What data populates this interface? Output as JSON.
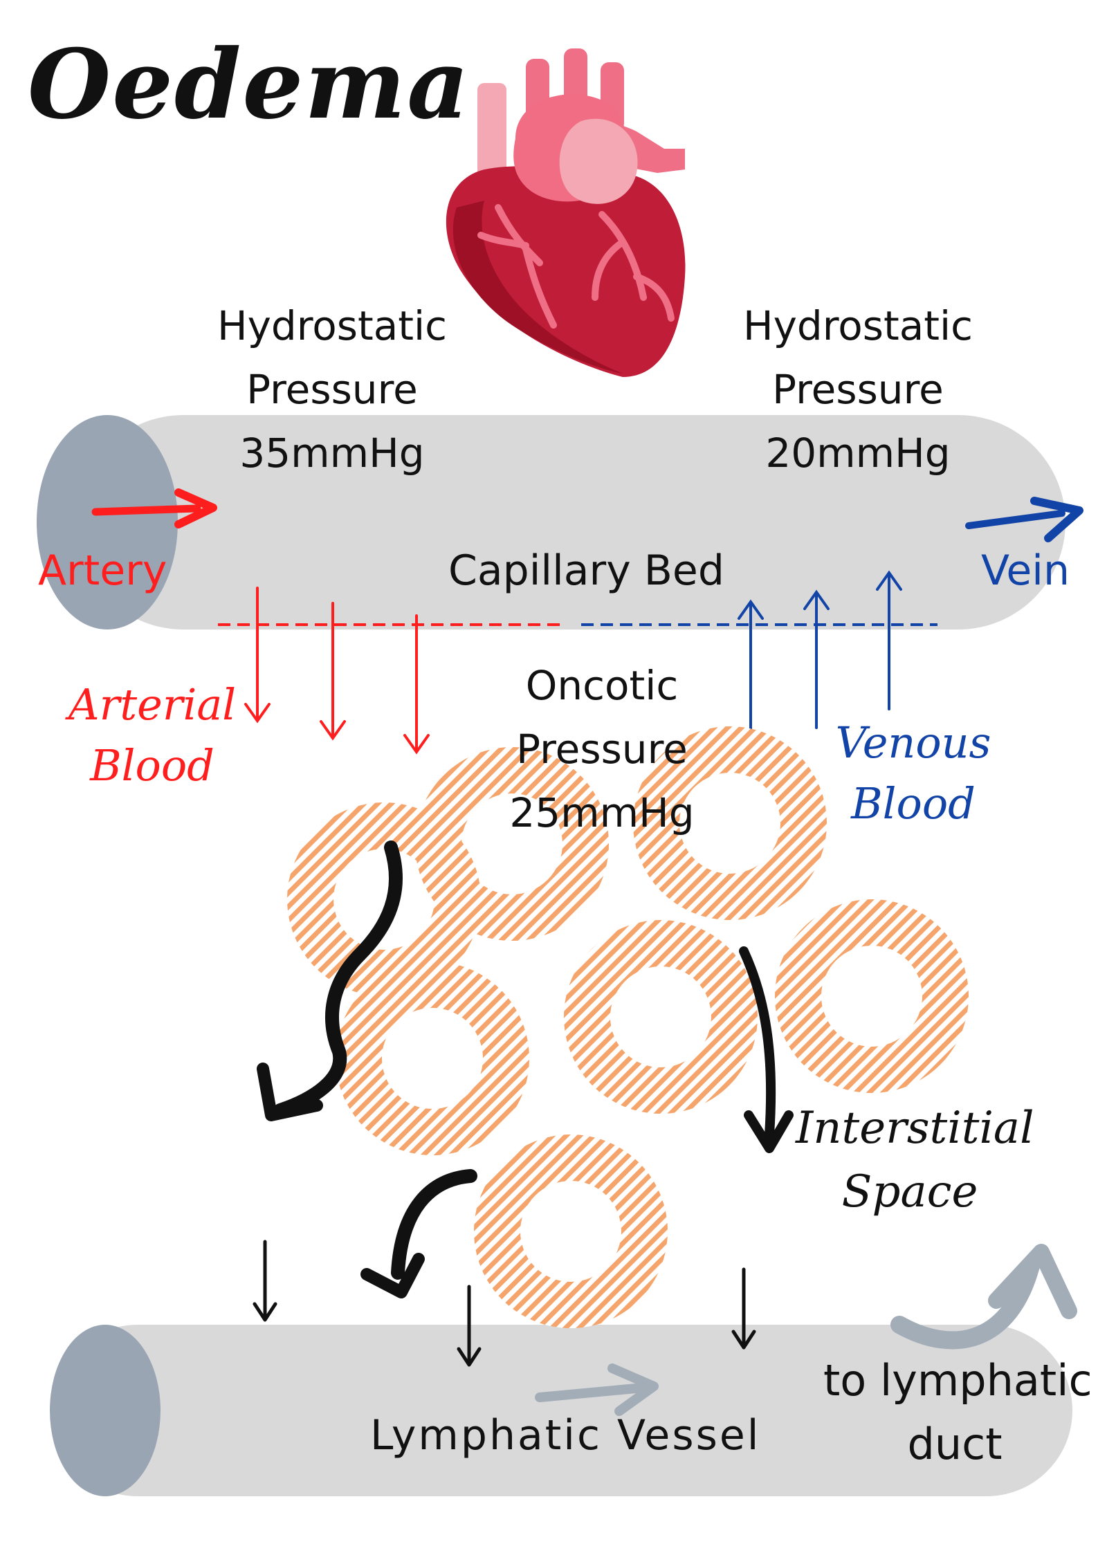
{
  "title": "Oedema",
  "labels": {
    "hydrostatic_left": [
      "Hydrostatic",
      "Pressure",
      "35mmHg"
    ],
    "hydrostatic_right": [
      "Hydrostatic",
      "Pressure",
      "20mmHg"
    ],
    "oncotic": [
      "Oncotic",
      "Pressure",
      "25mmHg"
    ],
    "artery": "Artery",
    "vein": "Vein",
    "capillary_bed": "Capillary Bed",
    "arterial_blood": [
      "Arterial",
      "Blood"
    ],
    "venous_blood": [
      "Venous",
      "Blood"
    ],
    "interstitial_space": [
      "Interstitial",
      "Space"
    ],
    "lymphatic_vessel": "Lymphatic Vessel",
    "lymphatic_duct": [
      "to lymphatic",
      "duct"
    ]
  },
  "colors": {
    "arterial_red": "#ff1e1e",
    "venous_blue": "#1243a6",
    "vessel_grey": "#d9d9da",
    "vessel_end": "#9aa5b3",
    "cell_orange": "#f5a56b",
    "lymph_arrow": "#a3adb8",
    "text_black": "#111111"
  },
  "icons": [
    "heart-icon",
    "arrow-down-icon",
    "arrow-up-icon",
    "curved-arrow-icon"
  ]
}
